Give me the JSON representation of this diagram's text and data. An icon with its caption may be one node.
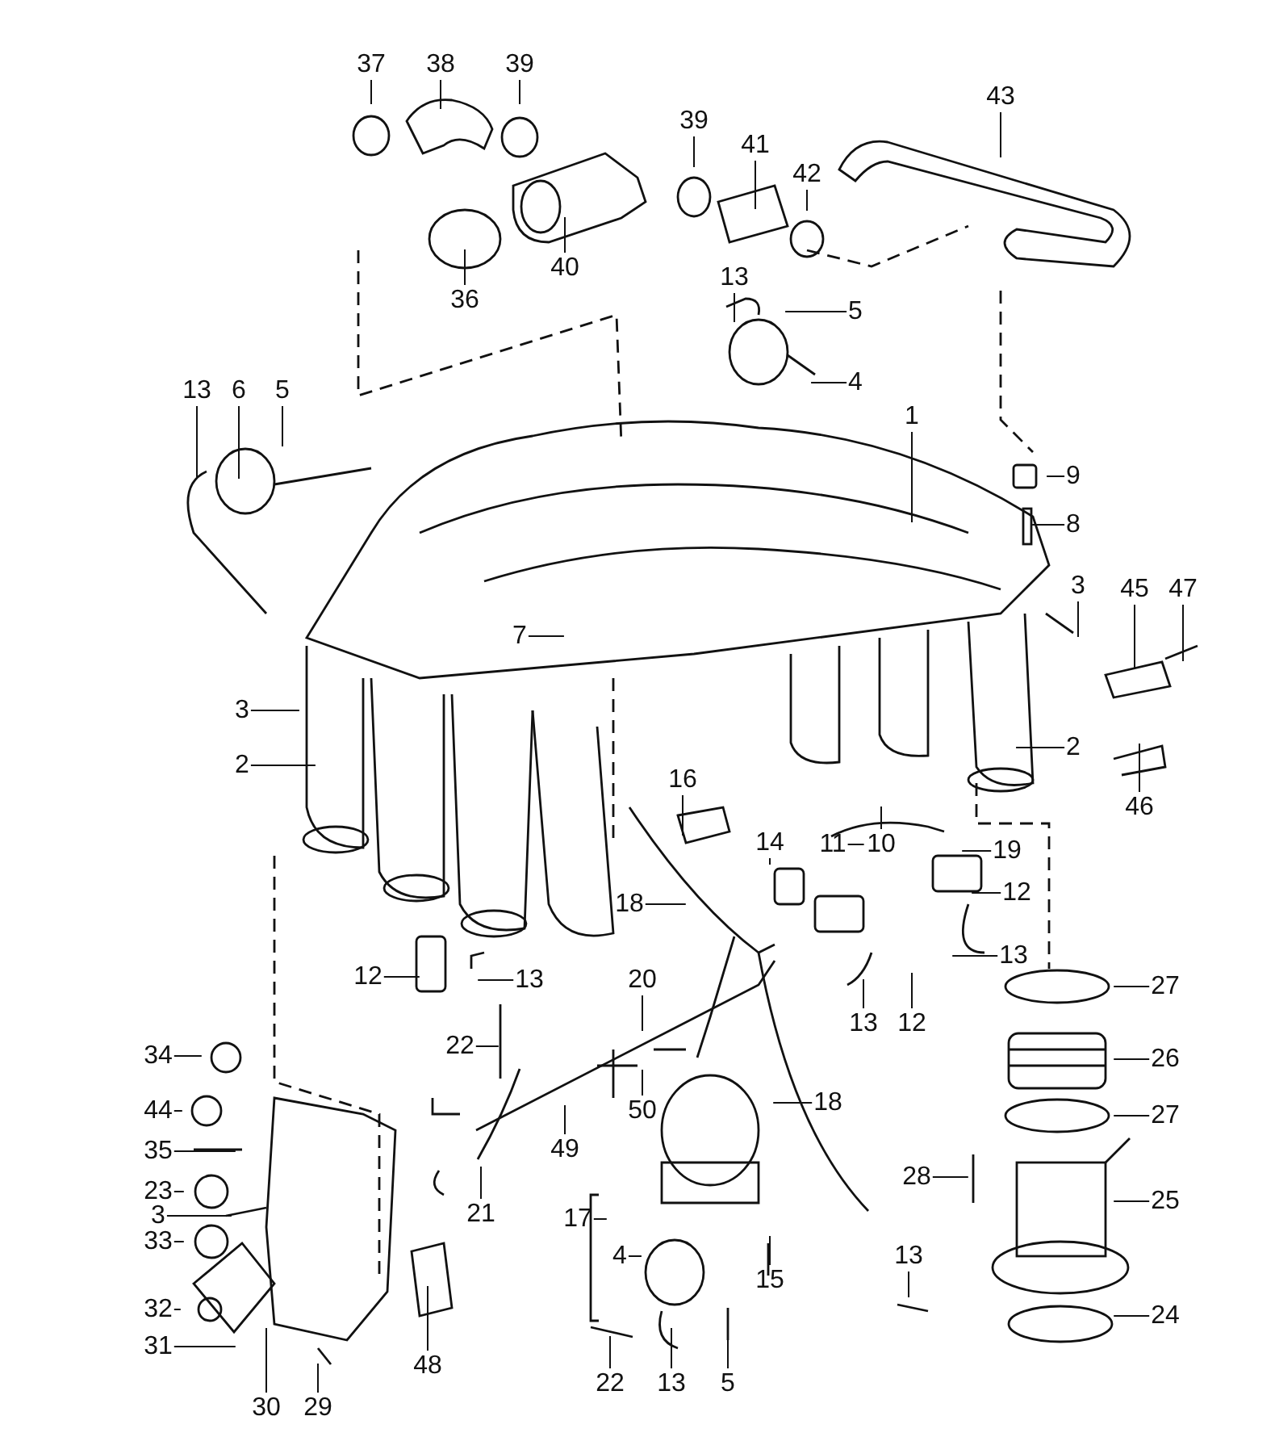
{
  "diagram": {
    "nodes": [
      {
        "text": [
          "37"
        ]
      },
      {
        "text": [
          "38"
        ]
      },
      {
        "text": [
          "39"
        ]
      },
      {
        "text": [
          "43"
        ]
      },
      {
        "text": [
          "39"
        ]
      },
      {
        "text": [
          "41"
        ]
      },
      {
        "text": [
          "42"
        ]
      },
      {
        "text": [
          "36"
        ]
      },
      {
        "text": [
          "40"
        ]
      },
      {
        "text": [
          "13"
        ]
      },
      {
        "text": [
          "5"
        ]
      },
      {
        "text": [
          "4"
        ]
      },
      {
        "text": [
          "13"
        ]
      },
      {
        "text": [
          "6"
        ]
      },
      {
        "text": [
          "5"
        ]
      },
      {
        "text": [
          "1"
        ]
      },
      {
        "text": [
          "9"
        ]
      },
      {
        "text": [
          "8"
        ]
      },
      {
        "text": [
          "3"
        ]
      },
      {
        "text": [
          "45"
        ]
      },
      {
        "text": [
          "47"
        ]
      },
      {
        "text": [
          "7"
        ]
      },
      {
        "text": [
          "3"
        ]
      },
      {
        "text": [
          "2"
        ]
      },
      {
        "text": [
          "2"
        ]
      },
      {
        "text": [
          "46"
        ]
      },
      {
        "text": [
          "16"
        ]
      },
      {
        "text": [
          "11"
        ]
      },
      {
        "text": [
          "10"
        ]
      },
      {
        "text": [
          "19"
        ]
      },
      {
        "text": [
          "14"
        ]
      },
      {
        "text": [
          "12"
        ]
      },
      {
        "text": [
          "18"
        ]
      },
      {
        "text": [
          "12"
        ]
      },
      {
        "text": [
          "13"
        ]
      },
      {
        "text": [
          "13"
        ]
      },
      {
        "text": [
          "13"
        ]
      },
      {
        "text": [
          "12"
        ]
      },
      {
        "text": [
          "20"
        ]
      },
      {
        "text": [
          "27"
        ]
      },
      {
        "text": [
          "22"
        ]
      },
      {
        "text": [
          "34"
        ]
      },
      {
        "text": [
          "26"
        ]
      },
      {
        "text": [
          "44"
        ]
      },
      {
        "text": [
          "50"
        ]
      },
      {
        "text": [
          "49"
        ]
      },
      {
        "text": [
          "18"
        ]
      },
      {
        "text": [
          "35"
        ]
      },
      {
        "text": [
          "27"
        ]
      },
      {
        "text": [
          "23"
        ]
      },
      {
        "text": [
          "3"
        ]
      },
      {
        "text": [
          "33"
        ]
      },
      {
        "text": [
          "28"
        ]
      },
      {
        "text": [
          "25"
        ]
      },
      {
        "text": [
          "21"
        ]
      },
      {
        "text": [
          "17"
        ]
      },
      {
        "text": [
          "4"
        ]
      },
      {
        "text": [
          "15"
        ]
      },
      {
        "text": [
          "13"
        ]
      },
      {
        "text": [
          "32"
        ]
      },
      {
        "text": [
          "31"
        ]
      },
      {
        "text": [
          "48"
        ]
      },
      {
        "text": [
          "30"
        ]
      },
      {
        "text": [
          "29"
        ]
      },
      {
        "text": [
          "22"
        ]
      },
      {
        "text": [
          "13"
        ]
      },
      {
        "text": [
          "5"
        ]
      },
      {
        "text": [
          "24"
        ]
      }
    ],
    "edges": [
      {
        "from": 0,
        "to": null,
        "arrow": "none"
      },
      {
        "from": 1,
        "to": null,
        "arrow": "none"
      },
      {
        "from": 2,
        "to": null,
        "arrow": "none"
      },
      {
        "from": 3,
        "to": null,
        "arrow": "none"
      },
      {
        "from": 4,
        "to": null,
        "arrow": "none"
      },
      {
        "from": 5,
        "to": null,
        "arrow": "none"
      },
      {
        "from": 6,
        "to": null,
        "arrow": "none"
      },
      {
        "from": 7,
        "to": null,
        "arrow": "none"
      },
      {
        "from": 8,
        "to": null,
        "arrow": "none"
      },
      {
        "from": 9,
        "to": null,
        "arrow": "none"
      },
      {
        "from": 10,
        "to": null,
        "arrow": "none"
      },
      {
        "from": 11,
        "to": null,
        "arrow": "none"
      },
      {
        "from": 12,
        "to": null,
        "arrow": "none"
      },
      {
        "from": 13,
        "to": null,
        "arrow": "none"
      },
      {
        "from": 14,
        "to": null,
        "arrow": "none"
      },
      {
        "from": 15,
        "to": null,
        "arrow": "none"
      },
      {
        "from": 16,
        "to": null,
        "arrow": "none"
      },
      {
        "from": 17,
        "to": null,
        "arrow": "none"
      },
      {
        "from": 18,
        "to": null,
        "arrow": "none"
      },
      {
        "from": 19,
        "to": null,
        "arrow": "none"
      },
      {
        "from": 20,
        "to": null,
        "arrow": "none"
      },
      {
        "from": 21,
        "to": null,
        "arrow": "none"
      },
      {
        "from": 22,
        "to": null,
        "arrow": "none"
      },
      {
        "from": 23,
        "to": null,
        "arrow": "none"
      },
      {
        "from": 24,
        "to": null,
        "arrow": "none"
      },
      {
        "from": 25,
        "to": null,
        "arrow": "none"
      },
      {
        "from": 26,
        "to": null,
        "arrow": "none"
      },
      {
        "from": 27,
        "to": null,
        "arrow": "none"
      },
      {
        "from": 28,
        "to": null,
        "arrow": "none"
      },
      {
        "from": 29,
        "to": null,
        "arrow": "none"
      },
      {
        "from": 30,
        "to": null,
        "arrow": "none"
      },
      {
        "from": 31,
        "to": null,
        "arrow": "none"
      },
      {
        "from": 32,
        "to": null,
        "arrow": "none"
      },
      {
        "from": 33,
        "to": null,
        "arrow": "none"
      },
      {
        "from": 34,
        "to": null,
        "arrow": "none"
      },
      {
        "from": 35,
        "to": null,
        "arrow": "none"
      },
      {
        "from": 36,
        "to": null,
        "arrow": "none"
      },
      {
        "from": 37,
        "to": null,
        "arrow": "none"
      },
      {
        "from": 38,
        "to": null,
        "arrow": "none"
      },
      {
        "from": 39,
        "to": null,
        "arrow": "none"
      },
      {
        "from": 40,
        "to": null,
        "arrow": "none"
      },
      {
        "from": 41,
        "to": null,
        "arrow": "none"
      },
      {
        "from": 42,
        "to": null,
        "arrow": "none"
      },
      {
        "from": 43,
        "to": null,
        "arrow": "none"
      },
      {
        "from": 44,
        "to": null,
        "arrow": "none"
      },
      {
        "from": 45,
        "to": null,
        "arrow": "none"
      },
      {
        "from": 46,
        "to": null,
        "arrow": "none"
      },
      {
        "from": 47,
        "to": null,
        "arrow": "none"
      },
      {
        "from": 48,
        "to": null,
        "arrow": "none"
      },
      {
        "from": 49,
        "to": null,
        "arrow": "none"
      },
      {
        "from": 50,
        "to": null,
        "arrow": "none"
      },
      {
        "from": 51,
        "to": null,
        "arrow": "none"
      },
      {
        "from": 52,
        "to": null,
        "arrow": "none"
      },
      {
        "from": 53,
        "to": null,
        "arrow": "none"
      },
      {
        "from": 54,
        "to": null,
        "arrow": "none"
      },
      {
        "from": 55,
        "to": null,
        "arrow": "none"
      },
      {
        "from": 56,
        "to": null,
        "arrow": "none"
      },
      {
        "from": 57,
        "to": null,
        "arrow": "none"
      },
      {
        "from": 58,
        "to": null,
        "arrow": "none"
      },
      {
        "from": 59,
        "to": null,
        "arrow": "none"
      },
      {
        "from": 60,
        "to": null,
        "arrow": "none"
      },
      {
        "from": 61,
        "to": null,
        "arrow": "none"
      },
      {
        "from": 62,
        "to": null,
        "arrow": "none"
      },
      {
        "from": 63,
        "to": null,
        "arrow": "none"
      },
      {
        "from": 64,
        "to": null,
        "arrow": "none"
      },
      {
        "from": 65,
        "to": null,
        "arrow": "none"
      },
      {
        "from": 66,
        "to": null,
        "arrow": "none"
      },
      {
        "from": 67,
        "to": null,
        "arrow": "none"
      }
    ]
  }
}
